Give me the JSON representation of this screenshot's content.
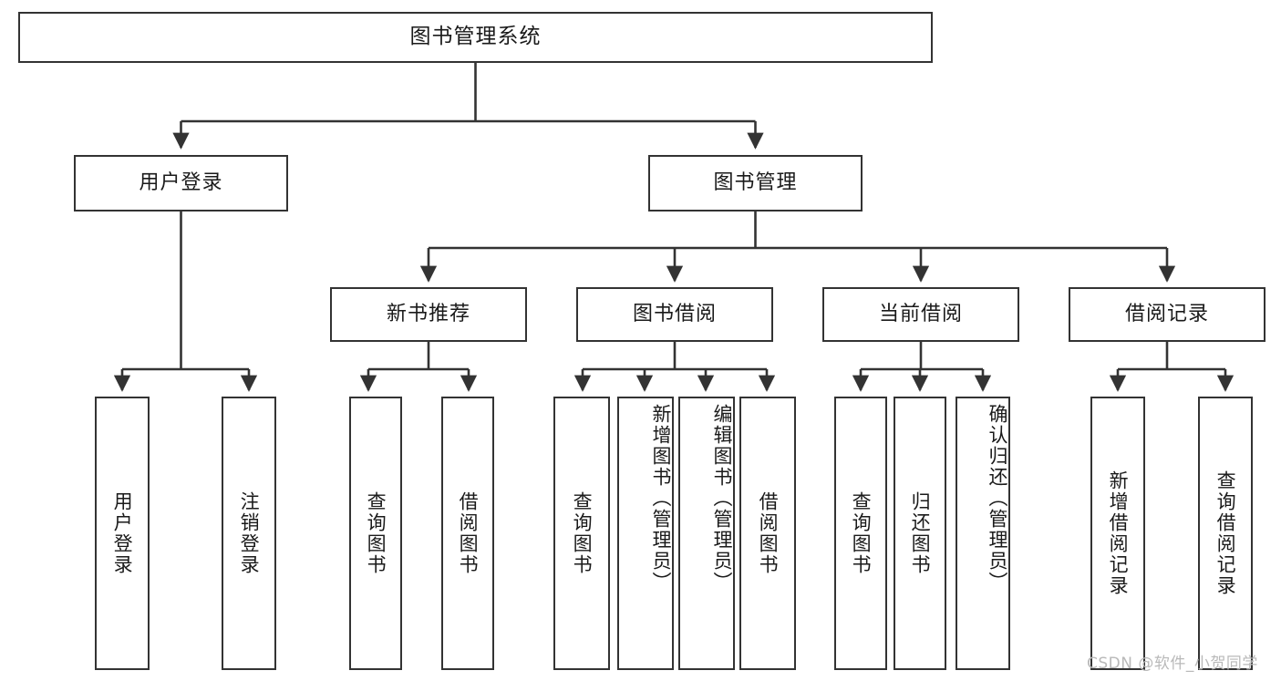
{
  "diagram": {
    "title": "图书管理系统",
    "type": "hierarchy-tree",
    "root": {
      "id": "root",
      "label": "图书管理系统",
      "orientation": "horizontal"
    },
    "level2": [
      {
        "id": "user-login",
        "label": "用户登录",
        "orientation": "horizontal"
      },
      {
        "id": "book-manage",
        "label": "图书管理",
        "orientation": "horizontal"
      }
    ],
    "level3": [
      {
        "id": "new-book-recommend",
        "label": "新书推荐",
        "orientation": "horizontal",
        "parent": "book-manage"
      },
      {
        "id": "book-borrow",
        "label": "图书借阅",
        "orientation": "horizontal",
        "parent": "book-manage"
      },
      {
        "id": "current-borrow",
        "label": "当前借阅",
        "orientation": "horizontal",
        "parent": "book-manage"
      },
      {
        "id": "borrow-record",
        "label": "借阅记录",
        "orientation": "horizontal",
        "parent": "book-manage"
      }
    ],
    "leaves": [
      {
        "id": "leaf-user-login",
        "label": "用户登录",
        "parent": "user-login",
        "orientation": "vertical"
      },
      {
        "id": "leaf-logout-login",
        "label": "注销登录",
        "parent": "user-login",
        "orientation": "vertical"
      },
      {
        "id": "leaf-query-book-1",
        "label": "查询图书",
        "parent": "new-book-recommend",
        "orientation": "vertical"
      },
      {
        "id": "leaf-borrow-book-1",
        "label": "借阅图书",
        "parent": "new-book-recommend",
        "orientation": "vertical"
      },
      {
        "id": "leaf-query-book-2",
        "label": "查询图书",
        "parent": "book-borrow",
        "orientation": "vertical"
      },
      {
        "id": "leaf-add-book",
        "label": "新增图书（管理员）",
        "parent": "book-borrow",
        "orientation": "vertical"
      },
      {
        "id": "leaf-edit-book",
        "label": "编辑图书（管理员）",
        "parent": "book-borrow",
        "orientation": "vertical"
      },
      {
        "id": "leaf-borrow-book-2",
        "label": "借阅图书",
        "parent": "book-borrow",
        "orientation": "vertical"
      },
      {
        "id": "leaf-query-book-3",
        "label": "查询图书",
        "parent": "current-borrow",
        "orientation": "vertical"
      },
      {
        "id": "leaf-return-book",
        "label": "归还图书",
        "parent": "current-borrow",
        "orientation": "vertical"
      },
      {
        "id": "leaf-confirm-return",
        "label": "确认归还（管理员）",
        "parent": "current-borrow",
        "orientation": "vertical"
      },
      {
        "id": "leaf-add-record",
        "label": "新增借阅记录",
        "parent": "borrow-record",
        "orientation": "vertical"
      },
      {
        "id": "leaf-query-record",
        "label": "查询借阅记录",
        "parent": "borrow-record",
        "orientation": "vertical"
      }
    ]
  },
  "watermark": {
    "text": "CSDN @软件_小贺同学"
  },
  "colors": {
    "stroke": "#333333",
    "fill": "#ffffff",
    "text": "#1a1a1a",
    "watermark": "#b9b9b9"
  }
}
